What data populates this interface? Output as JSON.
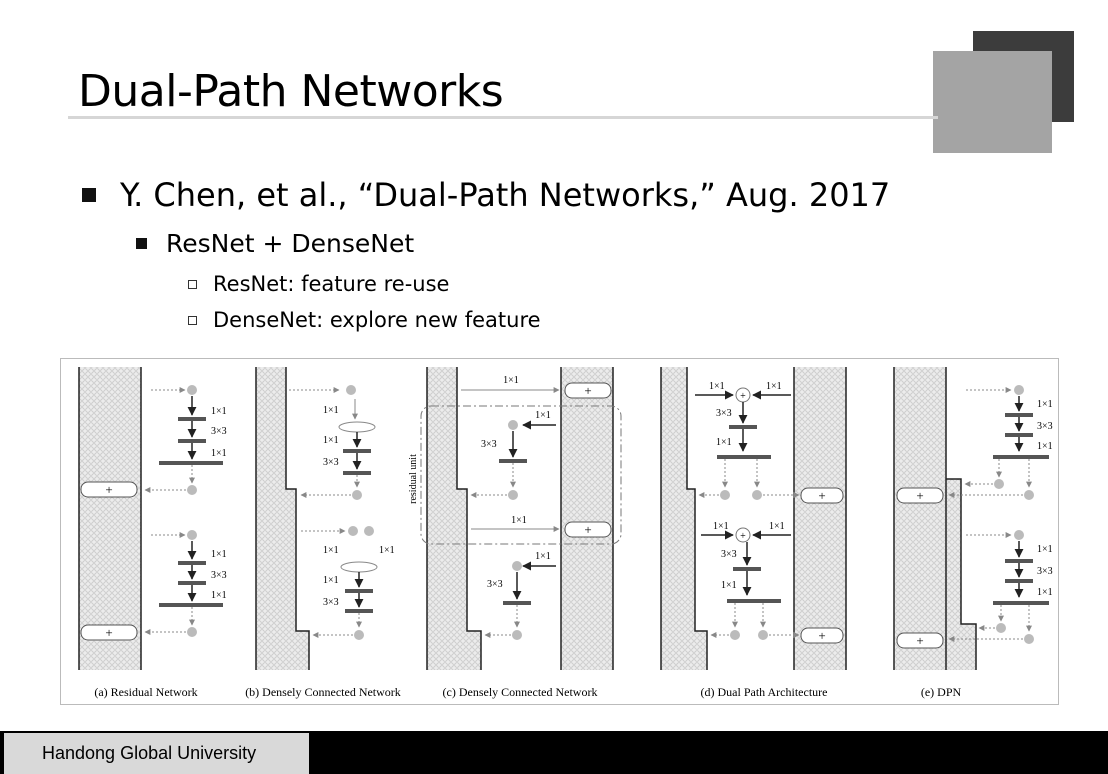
{
  "slide": {
    "title": "Dual-Path Networks",
    "bullet1": "Y. Chen, et al., “Dual-Path Networks,” Aug. 2017",
    "bullet2": "ResNet + DenseNet",
    "bullet3": "ResNet: feature re-use",
    "bullet4": "DenseNet: explore new feature"
  },
  "figure": {
    "captions": [
      "(a) Residual Network",
      "(b) Densely Connected Network",
      "(c) Densely Connected Network",
      "(d) Dual Path Architecture",
      "(e) DPN"
    ],
    "conv_1x1": "1×1",
    "conv_3x3": "3×3",
    "plus": "+",
    "residual_unit": "residual unit"
  },
  "footer": {
    "label": "Handong Global University"
  }
}
